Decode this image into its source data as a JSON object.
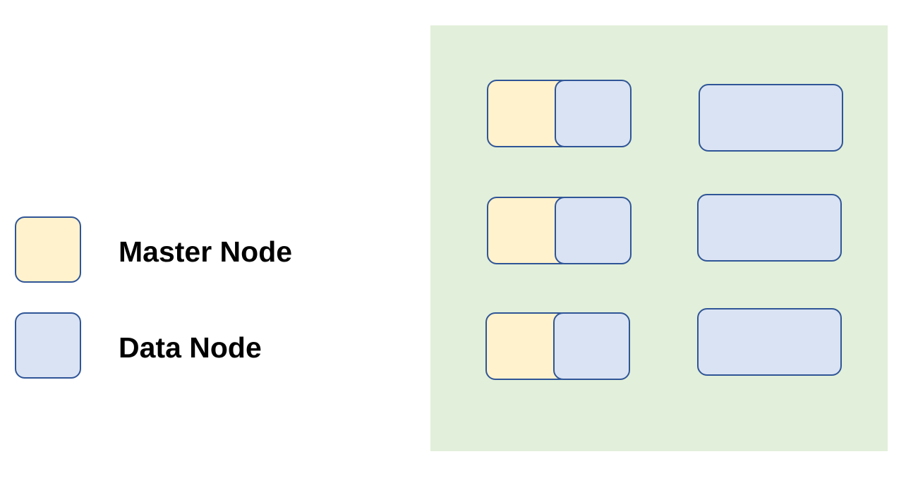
{
  "legend": {
    "items": [
      {
        "label": "Master Node",
        "role": "master"
      },
      {
        "label": "Data Node",
        "role": "data"
      }
    ]
  },
  "colors": {
    "master": "#fff2cc",
    "data": "#dae3f3",
    "border": "#2f5597",
    "cluster": "#e2efda"
  },
  "cluster": {
    "rows": [
      {
        "left": [
          "master",
          "data"
        ],
        "right": [
          "data"
        ]
      },
      {
        "left": [
          "master",
          "data"
        ],
        "right": [
          "data"
        ]
      },
      {
        "left": [
          "master",
          "data"
        ],
        "right": [
          "data"
        ]
      }
    ]
  }
}
